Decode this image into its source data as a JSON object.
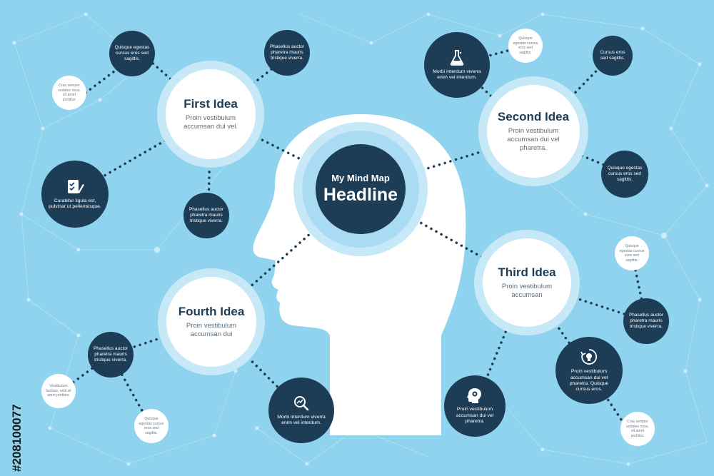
{
  "center": {
    "subtitle": "My Mind Map",
    "headline": "Headline"
  },
  "ideas": {
    "first": {
      "title": "First Idea",
      "text": "Proin vestibulum accumsan dui vel."
    },
    "second": {
      "title": "Second Idea",
      "text": "Proin vestibulum accumsan dui vel pharetra."
    },
    "third": {
      "title": "Third Idea",
      "text": "Proin vestibulum accumsan"
    },
    "fourth": {
      "title": "Fourth Idea",
      "text": "Proin vestibulum accumsan dui"
    }
  },
  "satellites": {
    "tl_top": "Quisque egestas cursus eros sed sagittis.",
    "tl_right": "Phasellus auctor pharetra mauris tristique viverra.",
    "tl_small": "Cras semper sodales risus, sit amet porttitor.",
    "tl_icon": "Curabitur ligula est, pulvinar ut pellentesque.",
    "tl_bottom": "Phasellus auctor pharetra mauris tristique viverra.",
    "tr_icon": "Morbi interdum viverra enim vel interdum.",
    "tr_small": "Quisque egestas cursus eros sed sagittis.",
    "tr_right": "Cursus eros sed sagittis.",
    "tr_bottom": "Quisque egestas cursus eros sed sagittis.",
    "br_small": "Quisque egestas cursus eros sed sagittis.",
    "br_right": "Phasellus auctor pharetra mauris tristique viverra.",
    "br_icon": "Proin vestibulum accumsan dui vel pharetra. Quisque cursus eros.",
    "br_small_bottom": "Cras semper sodales risus, sit amet porttitor.",
    "bm_icon": "Proin vestibulum accumsan dui vel pharetra.",
    "bl_left": "Phasellus auctor pharetra mauris tristique viverra.",
    "bl_small": "Vestibulum facilisis, velit sit amet porttitor.",
    "bl_small_bottom": "Quisque egestas cursus eros sed sagittis.",
    "bl_icon": "Morbi interdum viverra enim vel interdum."
  },
  "watermark": "#208100077",
  "icons": {
    "tr_icon": "flask-icon",
    "tl_icon": "checklist-pen-icon",
    "br_icon": "lightbulb-cycle-icon",
    "bm_icon": "head-gear-icon",
    "bl_icon": "magnifier-chart-icon"
  },
  "colors": {
    "background": "#8fd3ee",
    "dark": "#1d3c56",
    "ring": "#c7e9f7",
    "white": "#ffffff"
  }
}
